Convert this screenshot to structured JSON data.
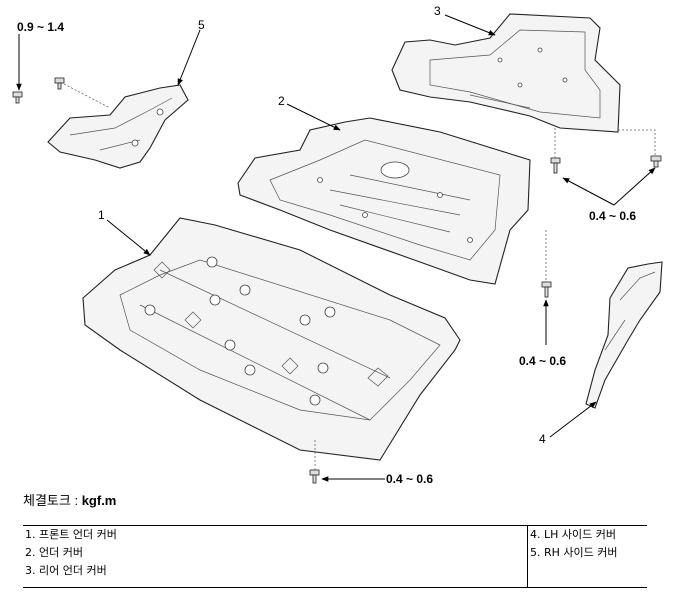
{
  "callouts": {
    "part1": "1",
    "part2": "2",
    "part3": "3",
    "part4": "4",
    "part5": "5"
  },
  "torques": {
    "top_left": "0.9 ~ 1.4",
    "right_upper": "0.4 ~ 0.6",
    "middle": "0.4 ~ 0.6",
    "bottom": "0.4 ~ 0.6"
  },
  "torque_caption": {
    "label": "체결토크 : ",
    "unit": "kgf.m"
  },
  "legend": {
    "left": [
      "1. 프론트 언더 커버",
      "2. 언더 커버",
      "3. 리어 언더 커버"
    ],
    "right": [
      "4. LH 사이드 커버",
      "5. RH 사이드 커버"
    ]
  }
}
